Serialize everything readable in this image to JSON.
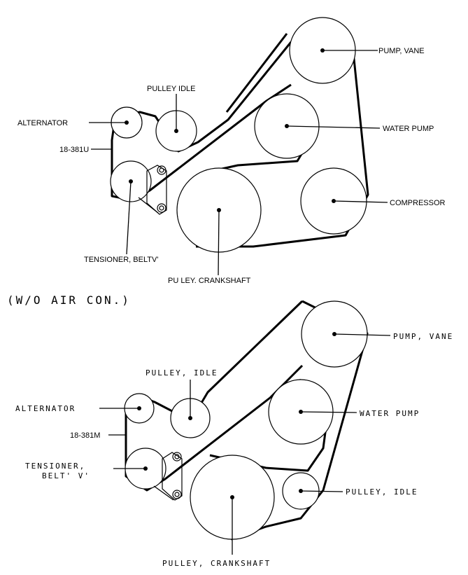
{
  "diagram1": {
    "labels": {
      "pump_vane": "PUMP, VANE",
      "pulley_idle": "PULLEY IDLE",
      "alternator": "ALTERNATOR",
      "water_pump": "WATER PUMP",
      "belt_code": "18-381U",
      "compressor": "COMPRESSOR",
      "tensioner": "TENSIONER, BELTV'",
      "crankshaft": "PU LEY. CRANKSHAFT"
    }
  },
  "section_heading": "(W/O AIR CON.)",
  "diagram2": {
    "labels": {
      "pump_vane": "PUMP, VANE",
      "pulley_idle_top": "PULLEY, IDLE",
      "alternator": "ALTERNATOR",
      "water_pump": "WATER PUMP",
      "belt_code": "18-381M",
      "tensioner_line1": "TENSIONER,",
      "tensioner_line2": "BELT' V'",
      "pulley_idle_lower": "PULLEY, IDLE",
      "crankshaft": "PULLEY, CRANKSHAFT"
    }
  }
}
